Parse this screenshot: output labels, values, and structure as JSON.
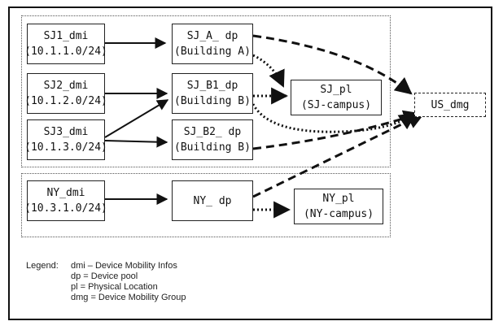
{
  "nodes": {
    "sj1_dmi": {
      "name": "SJ1_dmi",
      "sub": "(10.1.1.0/24)"
    },
    "sj2_dmi": {
      "name": "SJ2_dmi",
      "sub": "(10.1.2.0/24)"
    },
    "sj3_dmi": {
      "name": "SJ3_dmi",
      "sub": "(10.1.3.0/24)"
    },
    "sj_a_dp": {
      "name": "SJ_A_ dp",
      "sub": "(Building A)"
    },
    "sj_b1_dp": {
      "name": "SJ_B1_dp",
      "sub": "(Building B)"
    },
    "sj_b2_dp": {
      "name": "SJ_B2_ dp",
      "sub": "(Building B)"
    },
    "sj_pl": {
      "name": "SJ_pl",
      "sub": "(SJ-campus)"
    },
    "us_dmg": {
      "name": "US_dmg"
    },
    "ny_dmi": {
      "name": "NY_dmi",
      "sub": "(10.3.1.0/24)"
    },
    "ny_dp": {
      "name": "NY_ dp"
    },
    "ny_pl": {
      "name": "NY_pl",
      "sub": "(NY-campus)"
    }
  },
  "edges": [
    {
      "from": "SJ1_dmi",
      "to": "SJ_A_ dp",
      "style": "solid"
    },
    {
      "from": "SJ2_dmi",
      "to": "SJ_B1_dp",
      "style": "solid"
    },
    {
      "from": "SJ3_dmi",
      "to": "SJ_B1_dp",
      "style": "solid"
    },
    {
      "from": "SJ3_dmi",
      "to": "SJ_B2_ dp",
      "style": "solid"
    },
    {
      "from": "SJ_A_ dp",
      "to": "SJ_pl",
      "style": "dotted"
    },
    {
      "from": "SJ_B1_dp",
      "to": "SJ_pl",
      "style": "dotted"
    },
    {
      "from": "SJ_A_ dp",
      "to": "US_dmg",
      "style": "dashed"
    },
    {
      "from": "SJ_B1_dp",
      "to": "US_dmg",
      "style": "dotted"
    },
    {
      "from": "SJ_B2_ dp",
      "to": "US_dmg",
      "style": "dashed"
    },
    {
      "from": "NY_dmi",
      "to": "NY_ dp",
      "style": "solid"
    },
    {
      "from": "NY_ dp",
      "to": "NY_pl",
      "style": "dotted"
    },
    {
      "from": "NY_ dp",
      "to": "US_dmg",
      "style": "dashed"
    }
  ],
  "legend": {
    "title": "Legend:",
    "items": [
      "dmi – Device Mobility Infos",
      "dp = Device pool",
      "pl = Physical Location",
      "dmg = Device Mobility Group"
    ]
  }
}
